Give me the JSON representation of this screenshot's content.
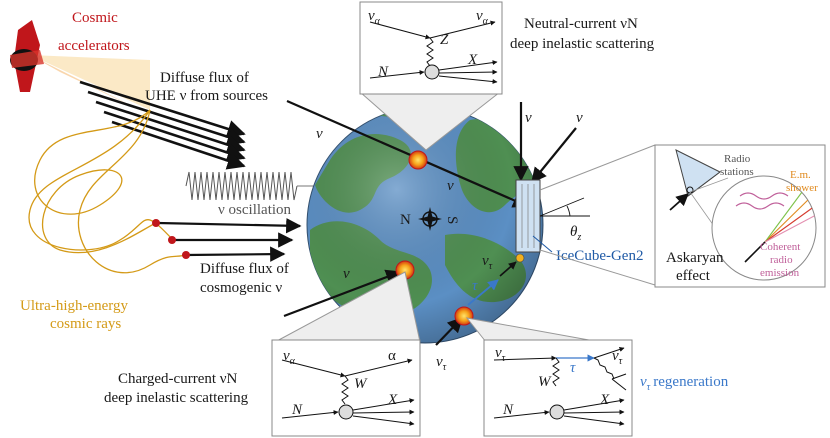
{
  "labels": {
    "cosmic_accelerators_1": "Cosmic",
    "cosmic_accelerators_2": "accelerators",
    "diffuse_sources_1": "Diffuse flux of",
    "diffuse_sources_2": "UHE ν from sources",
    "nu_oscillation": "ν oscillation",
    "diffuse_cosmogenic_1": "Diffuse flux of",
    "diffuse_cosmogenic_2": "cosmogenic ν",
    "uhecr_1": "Ultra-high-energy",
    "uhecr_2": "cosmic rays",
    "nc_1": "Neutral-current νN",
    "nc_2": "deep inelastic scattering",
    "cc_1": "Charged-current νN",
    "cc_2": "deep inelastic scattering",
    "icecube": "IceCube-Gen2",
    "askaryan_1": "Askaryan",
    "askaryan_2": "effect",
    "radio_stations_1": "Radio",
    "radio_stations_2": "stations",
    "em_shower_1": "E.m.",
    "em_shower_2": "shower",
    "coherent_1": "Coherent",
    "coherent_2": "radio",
    "coherent_3": "emission",
    "nutau_regen_sym": "ν",
    "nutau_regen_sub": "τ",
    "nutau_regen_text": "regeneration"
  },
  "symbols": {
    "nu": "ν",
    "alpha": "α",
    "tau": "τ",
    "N": "N",
    "X": "X",
    "Z": "Z",
    "W": "W",
    "theta": "θ",
    "z": "z",
    "compass_N": "N",
    "compass_S": "S"
  },
  "colors": {
    "cosmic_red": "#c0161b",
    "uhecr_gold": "#d49a17",
    "icecube_blue": "#1f5aa6",
    "tau_blue": "#3a78c9",
    "em_orange": "#e08a1e",
    "coherent_pink": "#c0609a",
    "ocean": "#5b8fc4",
    "land": "#4f8f52",
    "panel_border": "#888888"
  }
}
